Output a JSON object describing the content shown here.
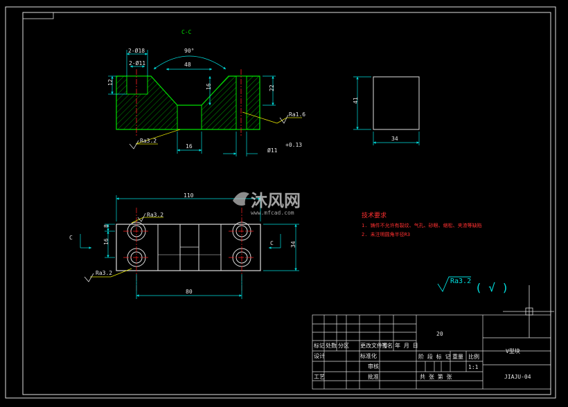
{
  "section_label": "C-C",
  "top_view": {
    "angle": "90°",
    "hole_top": "2-Ø18",
    "hole_mid": "2-Ø11",
    "dim_48": "48",
    "dim_12": "12",
    "dim_16_v": "16",
    "dim_22": "22",
    "dim_16_h": "16",
    "dim_dia": "Ø11",
    "dia_tol": "+0.13",
    "rough_right": "Ra1.6",
    "rough_left": "Ra3.2"
  },
  "side_view": {
    "dim_41": "41",
    "dim_34": "34"
  },
  "plan_view": {
    "dim_110": "110",
    "dim_80": "80",
    "dim_8": "8",
    "dim_16": "16",
    "dim_34": "34",
    "c_left": "C",
    "c_right": "C",
    "rough_top": "Ra3.2",
    "rough_bottom": "Ra3.2"
  },
  "watermark": {
    "brand": "沐风网",
    "url": "www.mfcad.com"
  },
  "tech_req": {
    "title": "技术要求",
    "line1": "1. 铸件不允许有裂纹、气孔、砂眼、缩松、夹渣等缺陷",
    "line2": "2. 未注明圆角半径R3"
  },
  "surface_note": {
    "ra": "Ra3.2",
    "symbol": "( √ )"
  },
  "title_block": {
    "scale_value": "20",
    "part_name": "V型块",
    "drawing_no": "JIAJU-04",
    "labels": {
      "mark": "标记",
      "count": "处数",
      "zone": "分区",
      "change_doc": "更改文件号",
      "sign": "签名",
      "date": "年 月 日",
      "design": "设计",
      "standardize": "标准化",
      "stage_mark": "阶 段 标 记",
      "weight": "重量",
      "ratio": "比例",
      "review": "审核",
      "process": "工艺",
      "approve": "批准",
      "sheet": "共 张 第 张",
      "ratio_val": "1:1"
    }
  },
  "colors": {
    "frame": "#ffffff",
    "part": "#00e000",
    "dimension": "#00e0e0",
    "hatch": "#00c000",
    "centerline": "#ff2020",
    "leader": "#e8e800"
  }
}
